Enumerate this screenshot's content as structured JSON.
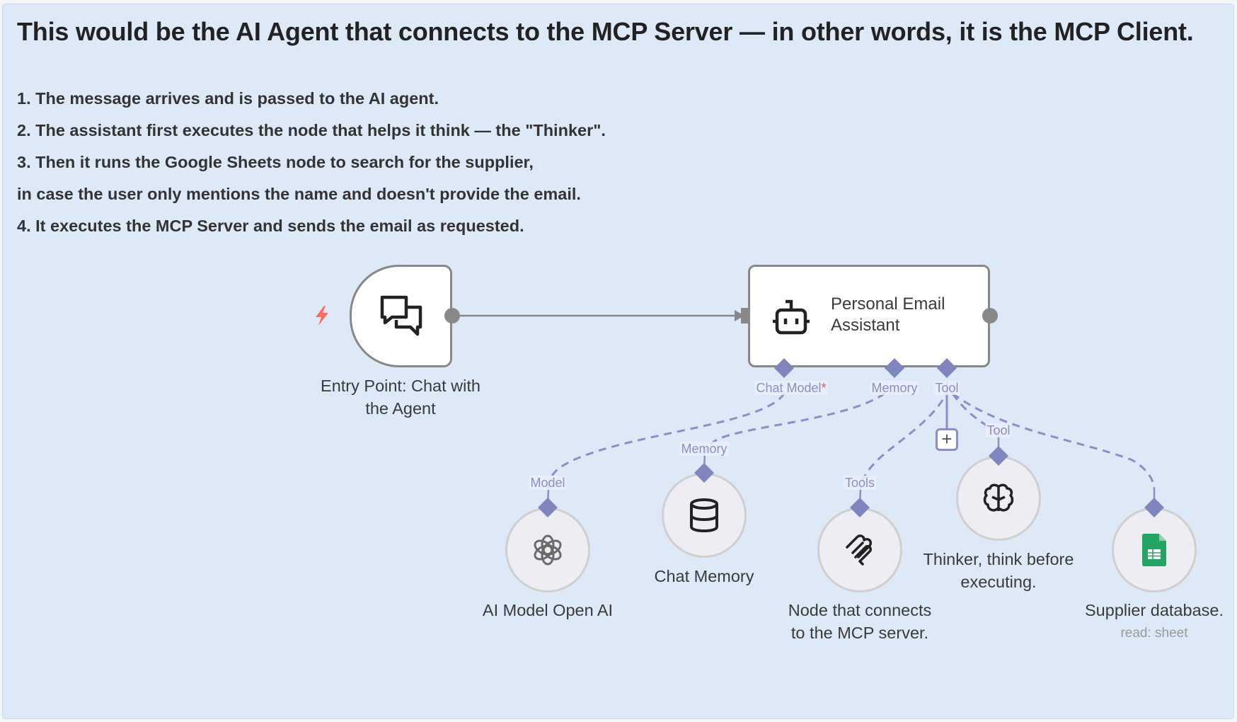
{
  "sticky_note": {
    "title": "This would be the AI Agent that connects to the MCP Server — in other words, it is the MCP Client.",
    "lines": [
      "1. The message arrives and is passed to the AI agent.",
      "2. The assistant first executes the node that helps it think — the \"Thinker\".",
      "3. Then it runs the Google Sheets node to search for the supplier,",
      "in case the user only mentions the name and doesn't provide the email.",
      "4. It executes the MCP Server and sends the email as requested."
    ],
    "background_color": "#dde9f7"
  },
  "nodes": {
    "trigger": {
      "label_line1": "Entry Point: Chat with",
      "label_line2": "the Agent",
      "icon": "chat-bubbles-icon",
      "trigger_icon": "lightning-bolt-icon"
    },
    "agent": {
      "title_line1": "Personal Email",
      "title_line2": "Assistant",
      "icon": "robot-icon",
      "ports": {
        "chat_model": "Chat Model",
        "chat_model_required": "*",
        "memory": "Memory",
        "tool": "Tool"
      }
    },
    "openai": {
      "label": "AI Model Open AI",
      "port_label": "Model",
      "icon": "openai-icon"
    },
    "memory": {
      "label": "Chat Memory",
      "port_label": "Memory",
      "icon": "database-icon"
    },
    "mcp": {
      "label_line1": "Node that connects",
      "label_line2": "to the MCP server.",
      "port_label": "Tools",
      "icon": "mcp-icon"
    },
    "thinker": {
      "label_line1": "Thinker, think before",
      "label_line2": "executing.",
      "port_label": "Tool",
      "icon": "brain-icon"
    },
    "sheets": {
      "label": "Supplier database.",
      "subtitle": "read: sheet",
      "icon": "google-sheets-icon"
    }
  },
  "add_tool_button": {
    "label": "+"
  },
  "colors": {
    "connection": "#8b8fc6",
    "main_connection": "#888888",
    "trigger_bolt": "#ff6d5a",
    "sheets_green": "#23a566"
  }
}
